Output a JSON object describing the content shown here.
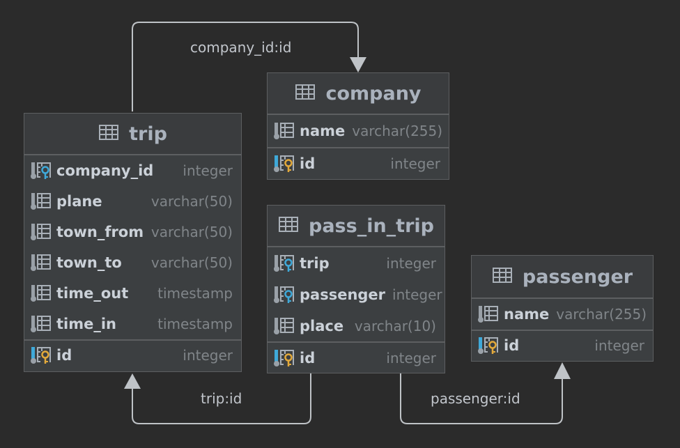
{
  "colors": {
    "background": "#2b2b2b",
    "table_bg": "#3c3f41",
    "border": "#5d5f61",
    "title_text": "#aab2bd",
    "column_text": "#cbd1d8",
    "type_text": "#808589",
    "edge": "#bfc3c7",
    "fk_key": "#3fa9d9",
    "pk_key": "#e2a93b"
  },
  "relations": {
    "trip_company": "company_id:id",
    "pass_trip": "trip:id",
    "pass_passenger": "passenger:id"
  },
  "tables": {
    "company": {
      "title": "company",
      "columns": [
        {
          "name": "name",
          "type": "varchar(255)",
          "icon": "column-icon"
        },
        {
          "name": "id",
          "type": "integer",
          "icon": "primary-key-icon"
        }
      ]
    },
    "trip": {
      "title": "trip",
      "columns": [
        {
          "name": "company_id",
          "type": "integer",
          "icon": "foreign-key-icon"
        },
        {
          "name": "plane",
          "type": "varchar(50)",
          "icon": "column-icon"
        },
        {
          "name": "town_from",
          "type": "varchar(50)",
          "icon": "column-icon"
        },
        {
          "name": "town_to",
          "type": "varchar(50)",
          "icon": "column-icon"
        },
        {
          "name": "time_out",
          "type": "timestamp",
          "icon": "column-icon"
        },
        {
          "name": "time_in",
          "type": "timestamp",
          "icon": "column-icon"
        },
        {
          "name": "id",
          "type": "integer",
          "icon": "primary-key-icon"
        }
      ]
    },
    "pass_in_trip": {
      "title": "pass_in_trip",
      "columns": [
        {
          "name": "trip",
          "type": "integer",
          "icon": "foreign-key-icon"
        },
        {
          "name": "passenger",
          "type": "integer",
          "icon": "foreign-key-icon"
        },
        {
          "name": "place",
          "type": "varchar(10)",
          "icon": "column-icon"
        },
        {
          "name": "id",
          "type": "integer",
          "icon": "primary-key-icon"
        }
      ]
    },
    "passenger": {
      "title": "passenger",
      "columns": [
        {
          "name": "name",
          "type": "varchar(255)",
          "icon": "column-icon"
        },
        {
          "name": "id",
          "type": "integer",
          "icon": "primary-key-icon"
        }
      ]
    }
  }
}
